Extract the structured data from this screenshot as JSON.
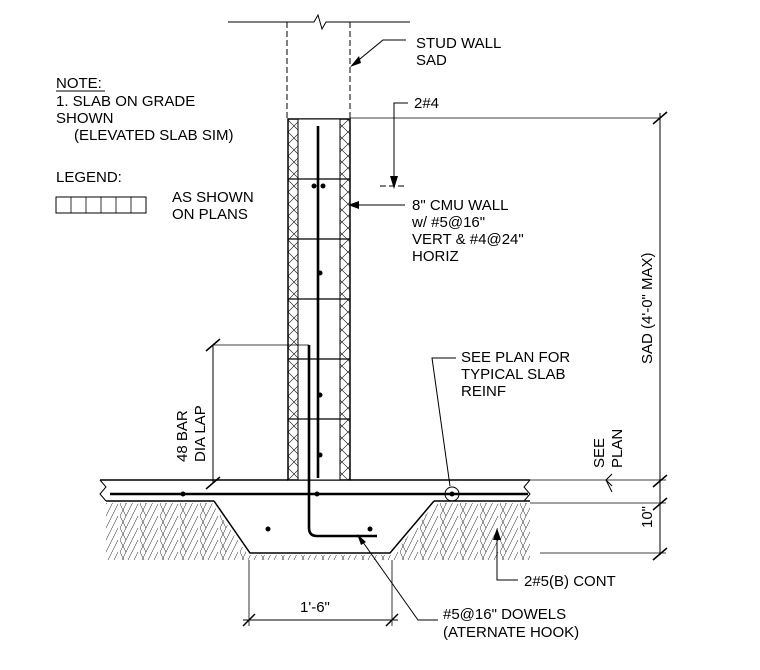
{
  "note": {
    "heading": "NOTE:",
    "line1": "1. SLAB ON GRADE",
    "line2": "SHOWN",
    "line3": "(ELEVATED SLAB SIM)"
  },
  "legend": {
    "heading": "LEGEND:",
    "line1": "AS SHOWN",
    "line2": "ON PLANS"
  },
  "callouts": {
    "stud_wall_1": "STUD WALL",
    "stud_wall_2": "SAD",
    "bars_top": "2#4",
    "cmu_1": "8\" CMU WALL",
    "cmu_2": "w/ #5@16\"",
    "cmu_3": "VERT & #4@24\"",
    "cmu_4": "HORIZ",
    "slab_1": "SEE PLAN FOR",
    "slab_2": "TYPICAL SLAB",
    "slab_3": "REINF",
    "footing_bars": "2#5(B) CONT",
    "dowels_1": "#5@16\" DOWELS",
    "dowels_2": "(ATERNATE HOOK)"
  },
  "dimensions": {
    "wall_height": "SAD (4'-0\" MAX)",
    "lap_1": "48 BAR",
    "lap_2": "DIA LAP",
    "see_plan_1": "SEE",
    "see_plan_2": "PLAN",
    "thickening": "10\"",
    "footing_width": "1'-6\""
  }
}
